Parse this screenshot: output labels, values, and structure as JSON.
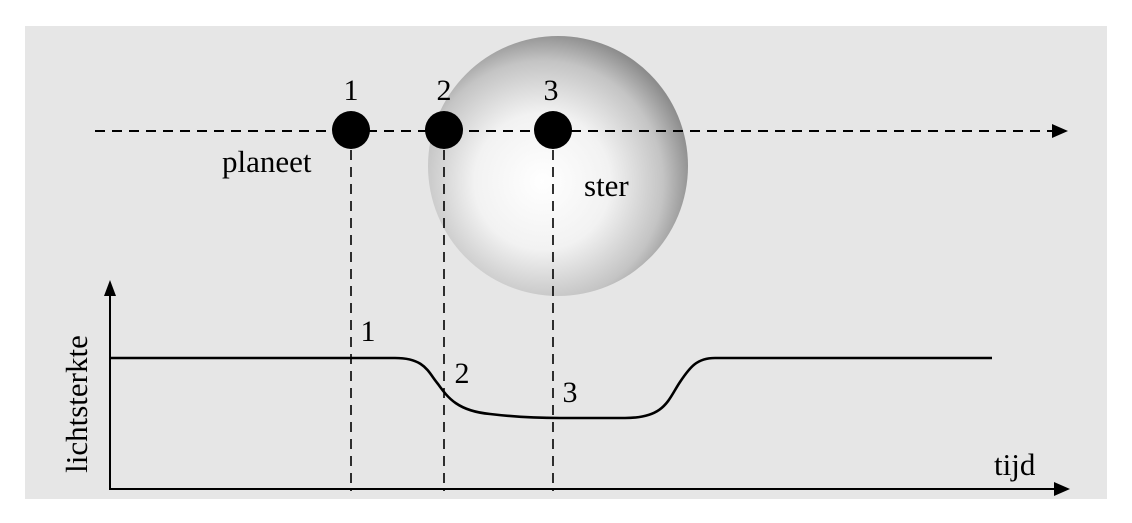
{
  "orbit_labels": {
    "planet_positions": [
      "1",
      "2",
      "3"
    ],
    "planet": "planeet",
    "star": "ster"
  },
  "graph": {
    "ylabel": "lichtsterkte",
    "xlabel": "tijd",
    "curve_points": [
      "1",
      "2",
      "3"
    ]
  },
  "colors": {
    "background": "#e6e6e6",
    "ink": "#000000",
    "star_center": "#ffffff",
    "star_edge": "#8c8c8c"
  },
  "icons": {
    "orbit_direction": "arrow-right-icon",
    "y_axis": "arrow-up-icon",
    "x_axis": "arrow-right-icon"
  }
}
